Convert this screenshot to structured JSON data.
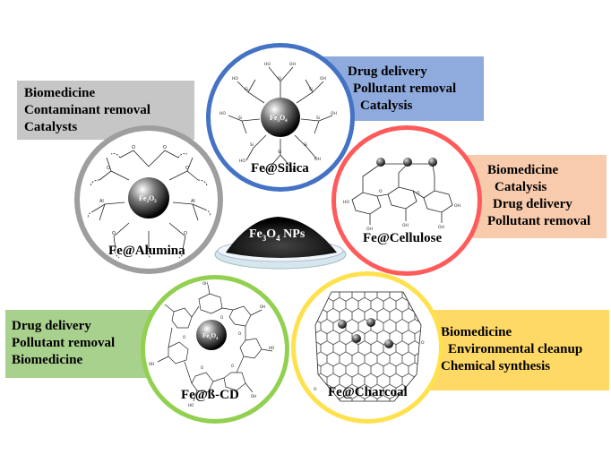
{
  "center": {
    "label": "Fe",
    "sub": "3",
    "mid": "O",
    "sub2": "4",
    "tail": " NPs"
  },
  "panels": {
    "alumina": {
      "lines": [
        "Biomedicine",
        "Contaminant removal",
        "Catalysts"
      ],
      "color": "#c6c6c6"
    },
    "silica": {
      "lines": [
        "Drug delivery",
        "Pollutant removal",
        "Catalysis"
      ],
      "color": "#8faadc"
    },
    "cellulose": {
      "lines": [
        "Biomedicine",
        "Catalysis",
        "Drug delivery",
        "Pollutant removal"
      ],
      "color": "#f8cbad"
    },
    "cd": {
      "lines": [
        "Drug delivery",
        "Pollutant removal",
        "Biomedicine"
      ],
      "color": "#a9d18e"
    },
    "charcoal": {
      "lines": [
        "Biomedicine",
        "Environmental cleanup",
        "Chemical synthesis"
      ],
      "color": "#ffd966"
    }
  },
  "circles": {
    "alumina": {
      "label": "Fe@Alumina",
      "core": "Fe2O3",
      "ring": "#9e9e9e"
    },
    "silica": {
      "label": "Fe@Silica",
      "core": "Fe3O4",
      "ring": "#4472c4"
    },
    "cellulose": {
      "label": "Fe@Cellulose",
      "ring": "#ff5b5b"
    },
    "cd": {
      "label": "Fe@ß-CD",
      "core": "Fe3O4",
      "ring": "#92d050"
    },
    "charcoal": {
      "label": "Fe@Charcoal",
      "ring": "#ffe14d"
    }
  },
  "colors": {
    "np_dark": "#111111",
    "np_light": "#cfcfcf",
    "dish": "#d5e6ee"
  }
}
